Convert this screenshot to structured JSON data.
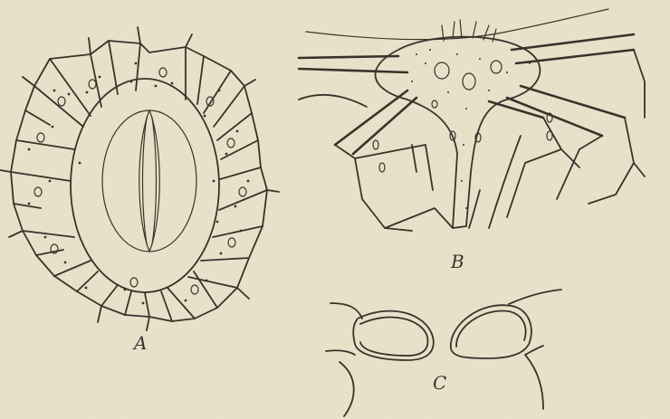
{
  "figure": {
    "paper_color": "#ece3cc",
    "ink_color": "#3a332b",
    "panels": [
      {
        "id": "A",
        "label": "A",
        "subject": "stomatal-complex-with-subsidiary-cells"
      },
      {
        "id": "B",
        "label": "B",
        "subject": "stellate-branched-cell-network"
      },
      {
        "id": "C",
        "label": "C",
        "subject": "guard-cell-pair-cross-section"
      }
    ]
  }
}
